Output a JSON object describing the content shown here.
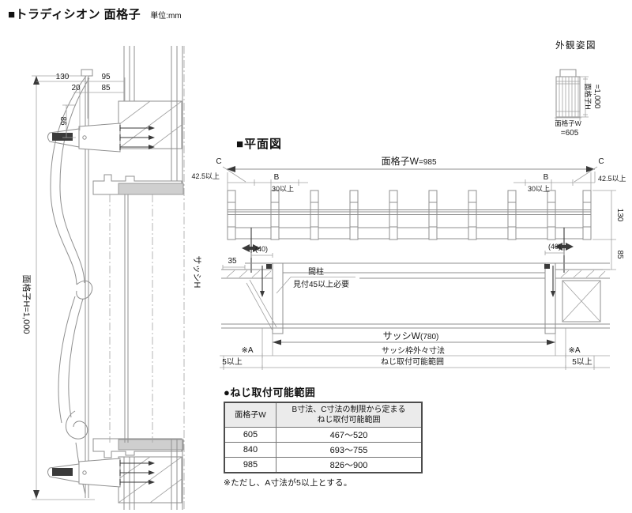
{
  "page": {
    "title": "■トラディシオン 面格子",
    "unit": "単位:mm"
  },
  "colors": {
    "line_gray": "#8f8f8f",
    "dark": "#3a3a3a",
    "table_header_bg": "#ebebeb"
  },
  "appearance": {
    "heading": "外観姿図",
    "h_label": "面格子H",
    "h_value": "=1,000",
    "w_label": "面格子W",
    "w_value": "=605"
  },
  "section": {
    "h_label": "面格子H=1,000",
    "sash_h": "サッシH",
    "d130": "130",
    "d95": "95",
    "d20": "20",
    "d85": "85",
    "d86": "86"
  },
  "plan": {
    "heading": "■平面図",
    "w_label": "面格子W",
    "w_value": "=985",
    "c": "C",
    "c_min": "42.5以上",
    "b": "B",
    "b_min": "30以上",
    "d130": "130",
    "d85": "85",
    "d40": "(40)",
    "d35": "35",
    "stud1": "間柱",
    "stud2": "見付45以上必要",
    "sash_w_label": "サッシW",
    "sash_w_value": "(780)",
    "sash_frame": "サッシ枠外々寸法",
    "screw_range": "ねじ取付可能範囲",
    "a": "※A",
    "a_min": "5以上"
  },
  "table": {
    "heading": "●ねじ取付可能範囲",
    "col_w": "面格子W",
    "col_range1": "B寸法、C寸法の制限から定まる",
    "col_range2": "ねじ取付可能範囲",
    "rows": [
      {
        "w": "605",
        "range": "467〜520"
      },
      {
        "w": "840",
        "range": "693〜755"
      },
      {
        "w": "985",
        "range": "826〜900"
      }
    ],
    "note": "※ただし、A寸法が5以上とする。"
  }
}
